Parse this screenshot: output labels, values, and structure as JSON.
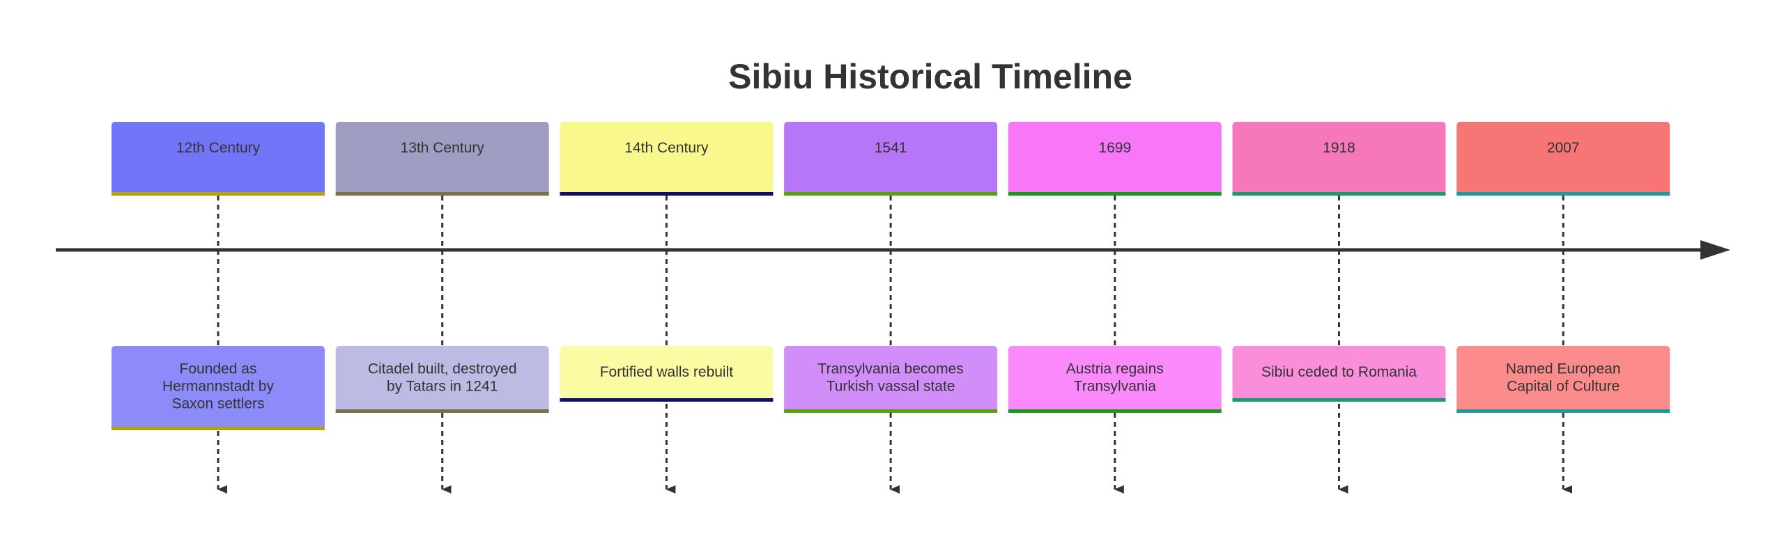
{
  "title": "Sibiu Historical Timeline",
  "periods": [
    {
      "label": "12th Century",
      "color": "#7375F8",
      "border_color": "#B0A30B",
      "event_color": "#8D8BF9",
      "event": [
        "Founded as",
        "Hermannstadt by",
        "Saxon settlers"
      ]
    },
    {
      "label": "13th Century",
      "color": "#9E9EC2",
      "border_color": "#7C6D4E",
      "event_color": "#BBBBE3",
      "event": [
        "Citadel built, destroyed",
        "by Tatars in 1241"
      ]
    },
    {
      "label": "14th Century",
      "color": "#F8F88C",
      "border_color": "#0D0D72",
      "event_color": "#FBFBA3",
      "event": [
        "Fortified walls rebuilt"
      ]
    },
    {
      "label": "1541",
      "color": "#B776F7",
      "border_color": "#5AA10A",
      "event_color": "#D18EF8",
      "event": [
        "Transylvania becomes",
        "Turkish vassal state"
      ]
    },
    {
      "label": "1699",
      "color": "#F777F8",
      "border_color": "#1A9A1A",
      "event_color": "#FC8AFC",
      "event": [
        "Austria regains",
        "Transylvania"
      ]
    },
    {
      "label": "1918",
      "color": "#F777BB",
      "border_color": "#1A9A6A",
      "event_color": "#FB8EDB",
      "event": [
        "Sibiu ceded to Romania"
      ]
    },
    {
      "label": "2007",
      "color": "#F77575",
      "border_color": "#1A9A9A",
      "event_color": "#FC8C8C",
      "event": [
        "Named European",
        "Capital of Culture"
      ]
    }
  ]
}
